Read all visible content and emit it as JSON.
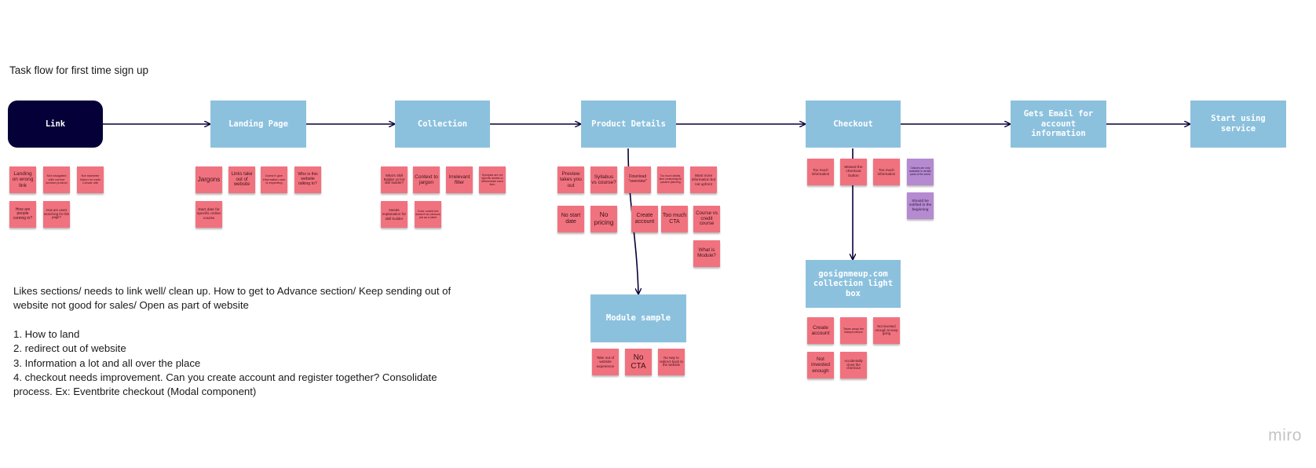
{
  "board": {
    "title": "Task flow for first time sign up",
    "logo": "miro"
  },
  "steps": [
    {
      "id": "link",
      "label": "Link"
    },
    {
      "id": "landing",
      "label": "Landing Page"
    },
    {
      "id": "collection",
      "label": "Collection"
    },
    {
      "id": "product",
      "label": "Product Details"
    },
    {
      "id": "checkout",
      "label": "Checkout"
    },
    {
      "id": "email",
      "label": "Gets Email for account information"
    },
    {
      "id": "start",
      "label": "Start using service"
    },
    {
      "id": "module",
      "label": "Module sample"
    },
    {
      "id": "lightbox",
      "label": "gosignmeup.com collection light box"
    }
  ],
  "stickies": {
    "link": [
      "Landing on wrong link",
      "Not navigated with correct section product",
      "Not marketer linked on main Corsair site",
      "How are people coming in?",
      "How are users searching for this page?"
    ],
    "landing": [
      "Jargons",
      "Links take out of website",
      "Doesn't give information user is expecting",
      "Who is this website talking to?",
      "Start date for specific online course"
    ],
    "collection": [
      "What's Skill Builder vs hot skill builder?",
      "Context to jargon",
      "Irrelevant filter",
      "Synopsis are not specific details to differentiate each item",
      "Needs explanation for skill builder",
      "Color coded but doesn't do obvious job as a label"
    ],
    "product": [
      "Preview takes you out",
      "Syllabus vs course?",
      "Download \"overview\"",
      "Too much details, time consuming for passive planning",
      "Want more information but not upfront",
      "No start date",
      "No pricing",
      "Create account",
      "Too much CTA",
      "Course vs credit course",
      "What is Module?"
    ],
    "module": [
      "Take out of website experience",
      "No CTA",
      "No way to redirect back to the website"
    ],
    "checkout": [
      "Too much information",
      "Missed the checkout button",
      "Too much information",
      "Classes are only available in certain parts of the world",
      "Should be notified in the beginning"
    ],
    "lightbox": [
      "Create account",
      "Takes away the independence",
      "Not invested enough to keep going",
      "Not invested enough",
      "Accidentally close the checkout"
    ]
  },
  "notes": {
    "summary": "Likes sections/ needs to link well/ clean up. How to get to Advance section/ Keep sending out of website not good for sales/ Open as part of website",
    "items": [
      "1. How to land",
      "2. redirect out of website",
      "3. Information a lot and all over the place",
      "4. checkout needs improvement. Can you create account and register together? Consolidate process. Ex: Eventbrite checkout (Modal component)"
    ]
  },
  "colors": {
    "step_box": "#8cc1de",
    "link_box": "#050038",
    "sticky_pink": "#f1727f",
    "sticky_purple": "#b58ad0",
    "connector": "#050038"
  }
}
